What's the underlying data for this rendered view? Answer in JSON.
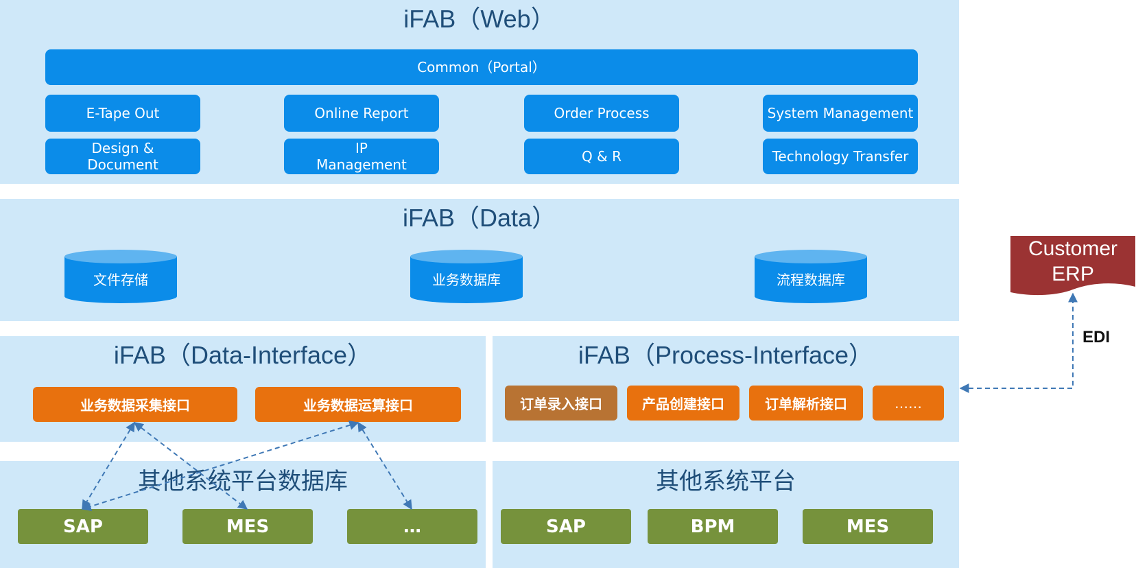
{
  "web": {
    "title": "iFAB（Web）",
    "portal": "Common（Portal）",
    "modules": [
      "E-Tape Out",
      "Online Report",
      "Order Process",
      "System Management",
      "Design &\nDocument",
      "IP\nManagement",
      "Q & R",
      "Technology Transfer"
    ]
  },
  "data_layer": {
    "title": "iFAB（Data）",
    "stores": [
      "文件存储",
      "业务数据库",
      "流程数据库"
    ]
  },
  "data_interface": {
    "title": "iFAB（Data-Interface）",
    "items": [
      "业务数据采集接口",
      "业务数据运算接口"
    ]
  },
  "process_interface": {
    "title": "iFAB（Process-Interface）",
    "items": [
      "订单录入接口",
      "产品创建接口",
      "订单解析接口",
      "……"
    ]
  },
  "other_db": {
    "title": "其他系统平台数据库",
    "systems": [
      "SAP",
      "MES",
      "…"
    ]
  },
  "other_platform": {
    "title": "其他系统平台",
    "systems": [
      "SAP",
      "BPM",
      "MES"
    ]
  },
  "customer_erp": {
    "label": "Customer\nERP"
  },
  "edi_label": "EDI",
  "colors": {
    "panel": "#cfe8f9",
    "title_text": "#1f4e79",
    "blue_box": "#0b8ce9",
    "orange_box": "#e8710e",
    "brown_box": "#b87333",
    "green_box": "#76923c",
    "erp": "#9b3333",
    "arrow": "#3f78b5"
  }
}
